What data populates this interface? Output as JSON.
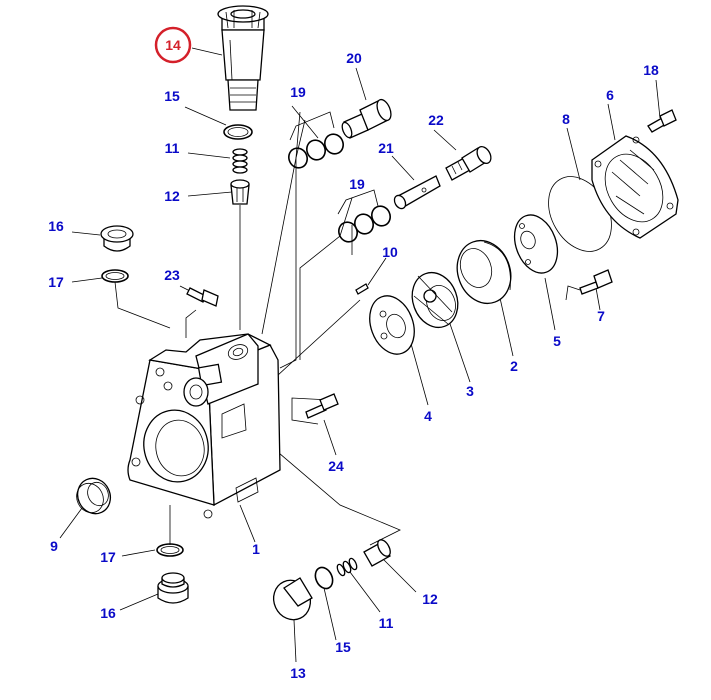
{
  "diagram": {
    "highlighted_callout": "14",
    "colors": {
      "callout_text": "#0a0ac8",
      "highlight_ring": "#d4202a",
      "highlight_text": "#d4202a",
      "line_art": "#000000",
      "background": "#ffffff"
    },
    "callouts": {
      "p14": "14",
      "p15a": "15",
      "p11a": "11",
      "p12a": "12",
      "p16a": "16",
      "p17a": "17",
      "p23": "23",
      "p19a": "19",
      "p19b": "19",
      "p20": "20",
      "p21": "21",
      "p22": "22",
      "p10": "10",
      "p8": "8",
      "p6": "6",
      "p18": "18",
      "p7": "7",
      "p5": "5",
      "p2": "2",
      "p3": "3",
      "p4": "4",
      "p24": "24",
      "p1": "1",
      "p9": "9",
      "p17b": "17",
      "p16b": "16",
      "p13": "13",
      "p15b": "15",
      "p11b": "11",
      "p12b": "12"
    }
  }
}
